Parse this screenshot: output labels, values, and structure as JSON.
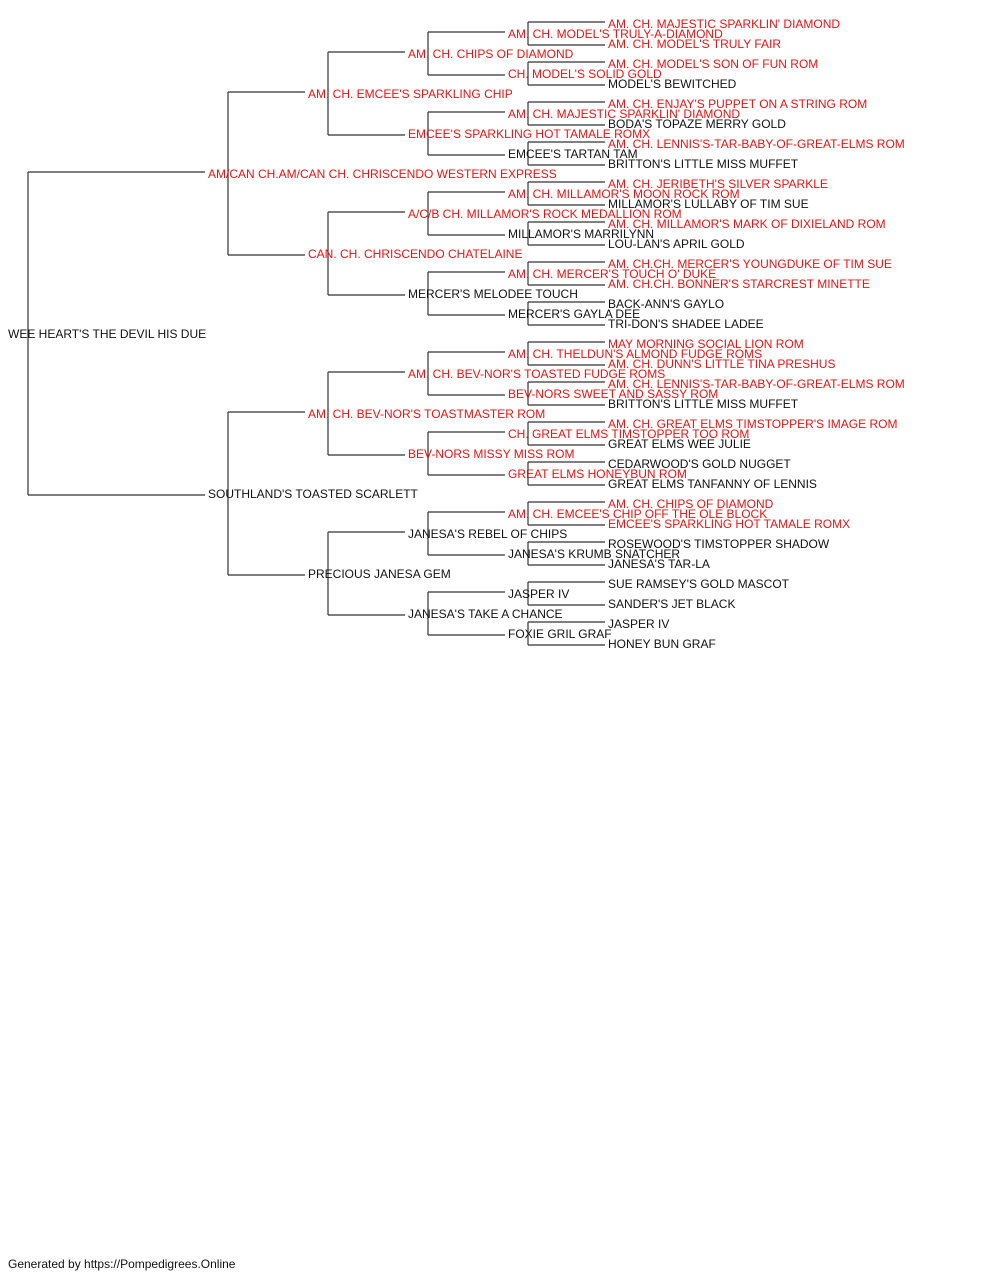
{
  "footer": "Generated by https://Pompedigrees.Online",
  "colors": {
    "champion": "#ee1111",
    "regular": "#111111",
    "line": "#333333"
  },
  "pedigree": {
    "name": "WEE HEART'S THE DEVIL HIS DUE",
    "red": false,
    "sire": {
      "name": "AM/CAN CH.AM/CAN CH. CHRISCENDO WESTERN EXPRESS",
      "red": true,
      "sire": {
        "name": "AM. CH. EMCEE'S SPARKLING CHIP",
        "red": true,
        "sire": {
          "name": "AM. CH. CHIPS OF DIAMOND",
          "red": true,
          "sire": {
            "name": "AM. CH. MODEL'S TRULY-A-DIAMOND",
            "red": true,
            "sire": {
              "name": "AM. CH. MAJESTIC SPARKLIN' DIAMOND",
              "red": true
            },
            "dam": {
              "name": "AM. CH. MODEL'S TRULY FAIR",
              "red": true
            }
          },
          "dam": {
            "name": "CH. MODEL'S SOLID GOLD",
            "red": true,
            "sire": {
              "name": "AM. CH. MODEL'S SON OF FUN ROM",
              "red": true
            },
            "dam": {
              "name": "MODEL'S BEWITCHED",
              "red": false
            }
          }
        },
        "dam": {
          "name": "EMCEE'S SPARKLING HOT TAMALE ROMX",
          "red": true,
          "sire": {
            "name": "AM. CH. MAJESTIC SPARKLIN' DIAMOND",
            "red": true,
            "sire": {
              "name": "AM. CH. ENJAY'S PUPPET ON A STRING ROM",
              "red": true
            },
            "dam": {
              "name": "BODA'S TOPAZE MERRY GOLD",
              "red": false
            }
          },
          "dam": {
            "name": "EMCEE'S TARTAN TAM",
            "red": false,
            "sire": {
              "name": "AM. CH. LENNIS'S-TAR-BABY-OF-GREAT-ELMS ROM",
              "red": true
            },
            "dam": {
              "name": "BRITTON'S LITTLE MISS MUFFET",
              "red": false
            }
          }
        }
      },
      "dam": {
        "name": "CAN. CH. CHRISCENDO CHATELAINE",
        "red": true,
        "sire": {
          "name": "A/C/B CH. MILLAMOR'S ROCK MEDALLION ROM",
          "red": true,
          "sire": {
            "name": "AM. CH. MILLAMOR'S MOON ROCK ROM",
            "red": true,
            "sire": {
              "name": "AM. CH. JERIBETH'S SILVER SPARKLE",
              "red": true
            },
            "dam": {
              "name": "MILLAMOR'S LULLABY OF TIM SUE",
              "red": false
            }
          },
          "dam": {
            "name": "MILLAMOR'S MARRILYNN",
            "red": false,
            "sire": {
              "name": "AM. CH. MILLAMOR'S MARK OF DIXIELAND ROM",
              "red": true
            },
            "dam": {
              "name": "LOU-LAN'S APRIL GOLD",
              "red": false
            }
          }
        },
        "dam": {
          "name": "MERCER'S MELODEE TOUCH",
          "red": false,
          "sire": {
            "name": "AM. CH. MERCER'S TOUCH O' DUKE",
            "red": true,
            "sire": {
              "name": "AM. CH.CH. MERCER'S YOUNGDUKE OF TIM SUE",
              "red": true
            },
            "dam": {
              "name": "AM. CH.CH. BONNER'S STARCREST MINETTE",
              "red": true
            }
          },
          "dam": {
            "name": "MERCER'S GAYLA DEE",
            "red": false,
            "sire": {
              "name": "BACK-ANN'S GAYLO",
              "red": false
            },
            "dam": {
              "name": "TRI-DON'S SHADEE LADEE",
              "red": false
            }
          }
        }
      }
    },
    "dam": {
      "name": "SOUTHLAND'S TOASTED SCARLETT",
      "red": false,
      "sire": {
        "name": "AM. CH. BEV-NOR'S TOASTMASTER ROM",
        "red": true,
        "sire": {
          "name": "AM. CH. BEV-NOR'S TOASTED FUDGE ROMS",
          "red": true,
          "sire": {
            "name": "AM. CH. THELDUN'S ALMOND FUDGE ROMS",
            "red": true,
            "sire": {
              "name": "MAY MORNING SOCIAL LION ROM",
              "red": true
            },
            "dam": {
              "name": "AM. CH. DUNN'S LITTLE TINA PRESHUS",
              "red": true
            }
          },
          "dam": {
            "name": "BEV-NORS SWEET AND SASSY ROM",
            "red": true,
            "sire": {
              "name": "AM. CH. LENNIS'S-TAR-BABY-OF-GREAT-ELMS ROM",
              "red": true
            },
            "dam": {
              "name": "BRITTON'S LITTLE MISS MUFFET",
              "red": false
            }
          }
        },
        "dam": {
          "name": "BEV-NORS MISSY MISS ROM",
          "red": true,
          "sire": {
            "name": "CH. GREAT ELMS TIMSTOPPER TOO ROM",
            "red": true,
            "sire": {
              "name": "AM. CH. GREAT ELMS TIMSTOPPER'S IMAGE ROM",
              "red": true
            },
            "dam": {
              "name": "GREAT ELMS WEE JULIE",
              "red": false
            }
          },
          "dam": {
            "name": "GREAT ELMS HONEYBUN ROM",
            "red": true,
            "sire": {
              "name": "CEDARWOOD'S GOLD NUGGET",
              "red": false
            },
            "dam": {
              "name": "GREAT ELMS TANFANNY OF LENNIS",
              "red": false
            }
          }
        }
      },
      "dam": {
        "name": "PRECIOUS JANESA GEM",
        "red": false,
        "sire": {
          "name": "JANESA'S REBEL OF CHIPS",
          "red": false,
          "sire": {
            "name": "AM. CH. EMCEE'S CHIP OFF THE OLE BLOCK",
            "red": true,
            "sire": {
              "name": "AM. CH. CHIPS OF DIAMOND",
              "red": true
            },
            "dam": {
              "name": "EMCEE'S SPARKLING HOT TAMALE ROMX",
              "red": true
            }
          },
          "dam": {
            "name": "JANESA'S KRUMB SNATCHER",
            "red": false,
            "sire": {
              "name": "ROSEWOOD'S TIMSTOPPER SHADOW",
              "red": false
            },
            "dam": {
              "name": "JANESA'S TAR-LA",
              "red": false
            }
          }
        },
        "dam": {
          "name": "JANESA'S TAKE A CHANCE",
          "red": false,
          "sire": {
            "name": "JASPER IV",
            "red": false,
            "sire": {
              "name": "SUE RAMSEY'S GOLD MASCOT",
              "red": false
            },
            "dam": {
              "name": "SANDER'S JET BLACK",
              "red": false
            }
          },
          "dam": {
            "name": "FOXIE GRIL GRAF",
            "red": false,
            "sire": {
              "name": "JASPER IV",
              "red": false
            },
            "dam": {
              "name": "HONEY BUN GRAF",
              "red": false
            }
          }
        }
      }
    }
  }
}
